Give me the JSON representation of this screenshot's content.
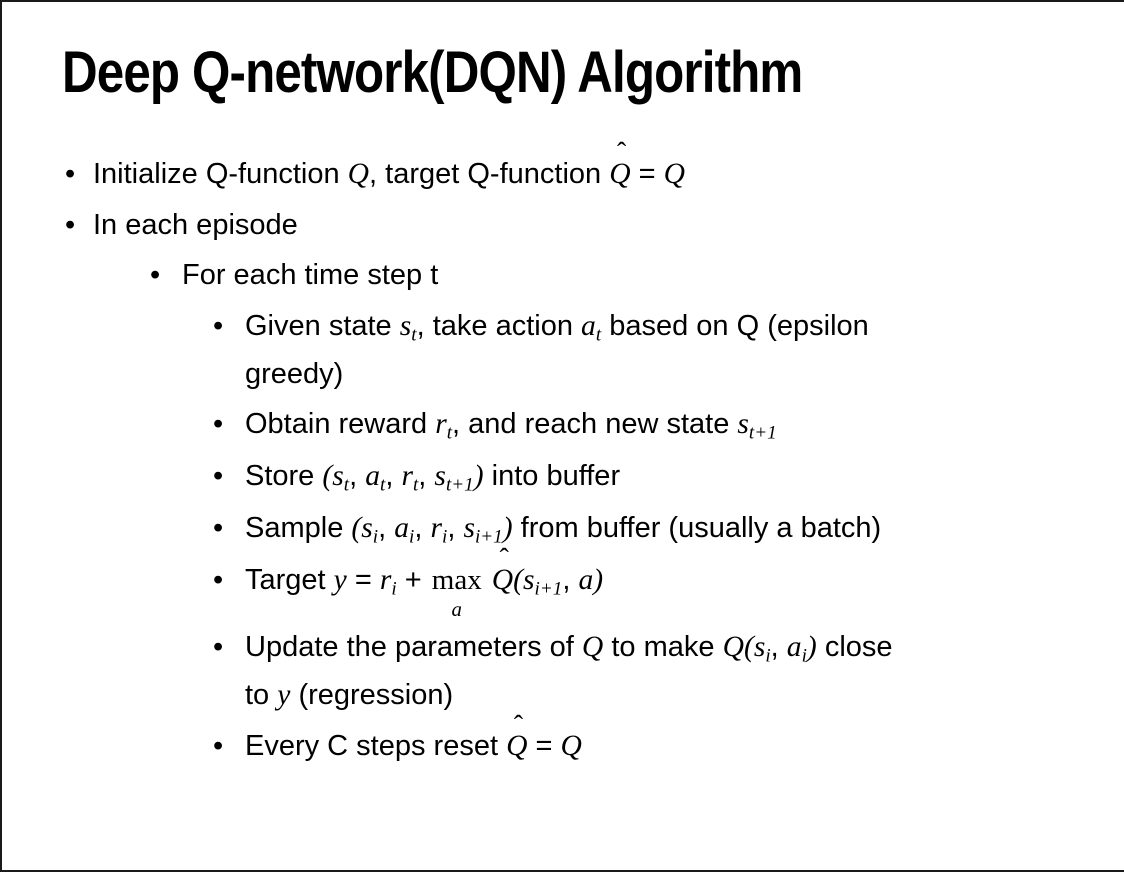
{
  "slide": {
    "title": "Deep Q-network(DQN) Algorithm",
    "bullet_glyph": "•",
    "bullets": [
      {
        "level": 1,
        "segments": [
          {
            "t": "text",
            "v": "Initialize Q-function "
          },
          {
            "t": "math",
            "v": "Q"
          },
          {
            "t": "text",
            "v": ", target Q-function "
          },
          {
            "t": "hat",
            "v": "Q"
          },
          {
            "t": "text",
            "v": " = "
          },
          {
            "t": "math",
            "v": "Q"
          }
        ]
      },
      {
        "level": 1,
        "segments": [
          {
            "t": "text",
            "v": "In each episode"
          }
        ]
      },
      {
        "level": 2,
        "segments": [
          {
            "t": "text",
            "v": "For each time step t"
          }
        ]
      },
      {
        "level": 3,
        "segments": [
          {
            "t": "text",
            "v": "Given state "
          },
          {
            "t": "msub",
            "b": "s",
            "s": "t"
          },
          {
            "t": "text",
            "v": ", take action "
          },
          {
            "t": "msub",
            "b": "a",
            "s": "t"
          },
          {
            "t": "text",
            "v": " based on Q (epsilon"
          },
          {
            "t": "br"
          },
          {
            "t": "text",
            "v": "greedy)"
          }
        ]
      },
      {
        "level": 3,
        "segments": [
          {
            "t": "text",
            "v": "Obtain reward "
          },
          {
            "t": "msub",
            "b": "r",
            "s": "t"
          },
          {
            "t": "text",
            "v": ", and reach new state "
          },
          {
            "t": "msub",
            "b": "s",
            "s": "t+1"
          }
        ]
      },
      {
        "level": 3,
        "segments": [
          {
            "t": "text",
            "v": "Store "
          },
          {
            "t": "math",
            "v": "("
          },
          {
            "t": "msub",
            "b": "s",
            "s": "t"
          },
          {
            "t": "text",
            "v": ", "
          },
          {
            "t": "msub",
            "b": "a",
            "s": "t"
          },
          {
            "t": "text",
            "v": ", "
          },
          {
            "t": "msub",
            "b": "r",
            "s": "t"
          },
          {
            "t": "text",
            "v": ", "
          },
          {
            "t": "msub",
            "b": "s",
            "s": "t+1"
          },
          {
            "t": "math",
            "v": ")"
          },
          {
            "t": "text",
            "v": " into buffer"
          }
        ]
      },
      {
        "level": 3,
        "segments": [
          {
            "t": "text",
            "v": "Sample "
          },
          {
            "t": "math",
            "v": "("
          },
          {
            "t": "msub",
            "b": "s",
            "s": "i"
          },
          {
            "t": "text",
            "v": ", "
          },
          {
            "t": "msub",
            "b": "a",
            "s": "i"
          },
          {
            "t": "text",
            "v": ", "
          },
          {
            "t": "msub",
            "b": "r",
            "s": "i"
          },
          {
            "t": "text",
            "v": ", "
          },
          {
            "t": "msub",
            "b": "s",
            "s": "i+1"
          },
          {
            "t": "math",
            "v": ")"
          },
          {
            "t": "text",
            "v": " from buffer (usually a batch)"
          }
        ]
      },
      {
        "level": 3,
        "segments": [
          {
            "t": "text",
            "v": "Target "
          },
          {
            "t": "math",
            "v": "y"
          },
          {
            "t": "text",
            "v": " = "
          },
          {
            "t": "msub",
            "b": "r",
            "s": "i"
          },
          {
            "t": "text",
            "v": " + "
          },
          {
            "t": "max",
            "top": "max",
            "sub": "a"
          },
          {
            "t": "text",
            "v": " "
          },
          {
            "t": "hat",
            "v": "Q"
          },
          {
            "t": "math",
            "v": "("
          },
          {
            "t": "msub",
            "b": "s",
            "s": "i+1"
          },
          {
            "t": "text",
            "v": ", "
          },
          {
            "t": "math",
            "v": "a"
          },
          {
            "t": "math",
            "v": ")"
          }
        ]
      },
      {
        "level": 3,
        "segments": [
          {
            "t": "text",
            "v": "Update the parameters of "
          },
          {
            "t": "math",
            "v": "Q"
          },
          {
            "t": "text",
            "v": " to make "
          },
          {
            "t": "math",
            "v": "Q"
          },
          {
            "t": "math",
            "v": "("
          },
          {
            "t": "msub",
            "b": "s",
            "s": "i"
          },
          {
            "t": "text",
            "v": ", "
          },
          {
            "t": "msub",
            "b": "a",
            "s": "i"
          },
          {
            "t": "math",
            "v": ")"
          },
          {
            "t": "text",
            "v": " close"
          },
          {
            "t": "br"
          },
          {
            "t": "text",
            "v": "to "
          },
          {
            "t": "math",
            "v": "y"
          },
          {
            "t": "text",
            "v": " (regression)"
          }
        ]
      },
      {
        "level": 3,
        "segments": [
          {
            "t": "text",
            "v": "Every C steps reset "
          },
          {
            "t": "hat",
            "v": "Q"
          },
          {
            "t": "text",
            "v": " = "
          },
          {
            "t": "math",
            "v": "Q"
          }
        ]
      }
    ]
  },
  "colors": {
    "background": "#ffffff",
    "text": "#000000",
    "border": "#1a1a1a"
  }
}
